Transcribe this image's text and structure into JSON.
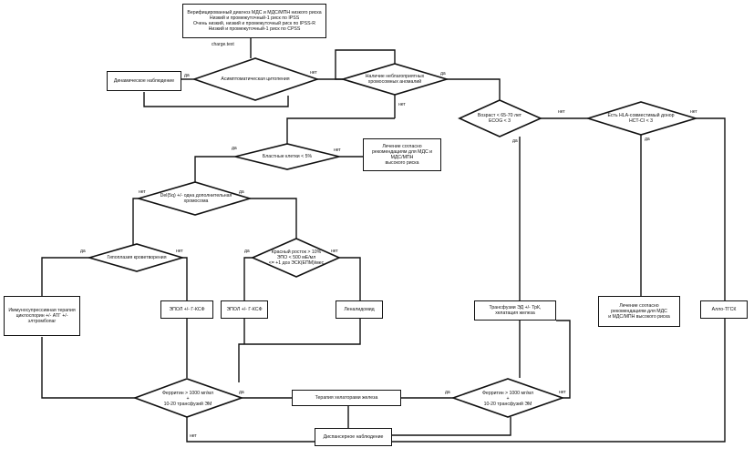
{
  "top_box": "Верифицированный диагноз МДС и МДС/МПН низкого риска\nНизкий и промежуточный-1 риск по IPSS\nОчень низкий, низкий и промежуточный риск по IPSS-R\nНизкий и промежуточный-1 риск по CPSS",
  "charge_text": "charge.text",
  "dynamic_observation": "Динамическое наблюдение",
  "asymptomatic_cytopenia": "Асимптоматическая цитопения",
  "unfavorable_chromosomal": "Наличие неблагоприятных\nхромосомных аномалий",
  "age": "Возраст < 65-70 лет\nECOG < 3",
  "hla_donor": "Есть HLA-совместимый донор\nHCT-CI < 3",
  "blast_cells": "Бластные клетки < 5%",
  "treatment_high_risk": "Лечение согласно\nрекомендациям для МДС и\nМДС/МПН\nвысокого риска",
  "del5q": "Del(5q) +/- одна дополнительная\nхромосома",
  "hypoplastic": "Гипоплазия кроветворения",
  "bone_marrow": "Красный росток > 10%\nЭПО < 500 мЕ/мл\n<= +1 доз ЭСК(ЕПМ)/мес",
  "immunosuppressive": "Иммуносупрессивная терапия\nциклоспорин +/- АТГ +/-\nэлтромбопаг",
  "esa_gcsf_left": "ЭПОЛ +/- Г-КСФ",
  "esa_gcsf_mid": "ЭПОЛ +/- Г-КСФ",
  "lenalidomide": "Леналидомид",
  "transfusion": "Трансфузии ЭД +/- ТрК,\nхелатация железа",
  "treatment_high_risk_2": "Лечение согласно\nрекомендациям для МДС\nи МДС/МПН высокого риска",
  "allo_tgsk": "Алло-ТГСК",
  "ferritin_left": "Ферритин > 1000 мг/мл\n+\n10-20 трансфузий ЭМ",
  "chelation": "Терапия хелаторами железа",
  "ferritin_right": "Ферритин > 1000 мг/мл\n+\n10-20 трансфузий ЭМ",
  "dispensary_observation": "Диспансерное наблюдение",
  "yes": "да",
  "no": "нет"
}
